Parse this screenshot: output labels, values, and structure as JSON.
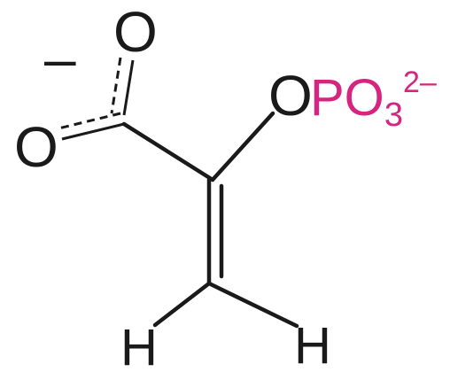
{
  "molecule": {
    "charge_minus": "–",
    "carboxylate_o_top": "O",
    "carboxylate_o_left": "O",
    "ester_o": "O",
    "phosphate": {
      "element": "PO",
      "subscript": "3",
      "superscript": "2–"
    },
    "hydrogen_left": "H",
    "hydrogen_right": "H"
  },
  "colors": {
    "atom": "#1a1a1a",
    "phosphate": "#d6257f"
  }
}
